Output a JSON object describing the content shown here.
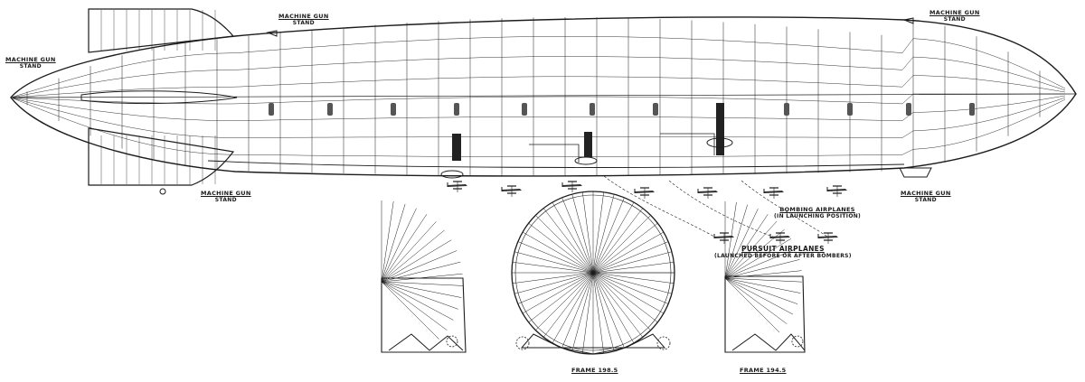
{
  "labels": {
    "mg_left_nose": [
      "MACHINE GUN",
      "STAND"
    ],
    "mg_top_left": [
      "MACHINE GUN",
      "STAND"
    ],
    "mg_top_right": [
      "MACHINE GUN",
      "STAND"
    ],
    "mg_bottom_left": [
      "MACHINE GUN",
      "STAND"
    ],
    "mg_bottom_right": [
      "MACHINE GUN",
      "STAND"
    ],
    "bombing": [
      "BOMBING AIRPLANES",
      "(IN LAUNCHING POSITION)"
    ],
    "pursuit": [
      "PURSUIT AIRPLANES",
      "(LAUNCHED BEFORE OR AFTER BOMBERS)"
    ],
    "frame_1985": "FRAME 198.5",
    "frame_1945": "FRAME 194.5"
  },
  "colors": {
    "ink": "#1c1c1c",
    "paper": "#ffffff"
  }
}
